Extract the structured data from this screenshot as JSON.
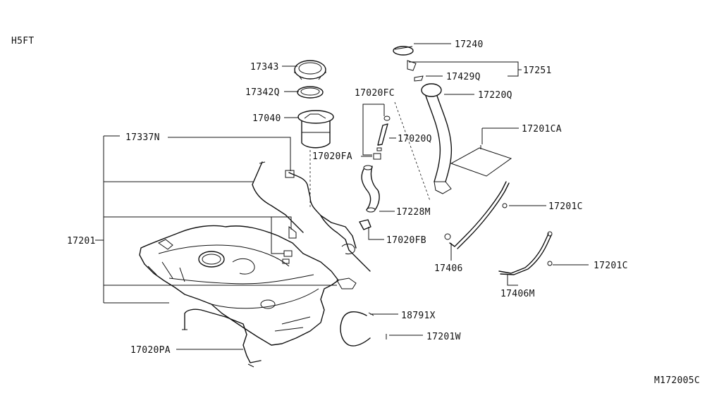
{
  "diagram": {
    "header_code": "H5FT",
    "figure_code": "M172005C",
    "callouts": {
      "p17240": "17240",
      "p17343": "17343",
      "p17251": "17251",
      "p17429Q": "17429Q",
      "p17342Q": "17342Q",
      "p17020FC": "17020FC",
      "p17220Q": "17220Q",
      "p17040": "17040",
      "p17201CA": "17201CA",
      "p17337N": "17337N",
      "p17020Q": "17020Q",
      "p17020FA": "17020FA",
      "p17201C_a": "17201C",
      "p17228M": "17228M",
      "p17201": "17201",
      "p17020FB": "17020FB",
      "p17406": "17406",
      "p17201C_b": "17201C",
      "p17406M": "17406M",
      "p18791X": "18791X",
      "p17201W": "17201W",
      "p17020PA": "17020PA"
    }
  }
}
